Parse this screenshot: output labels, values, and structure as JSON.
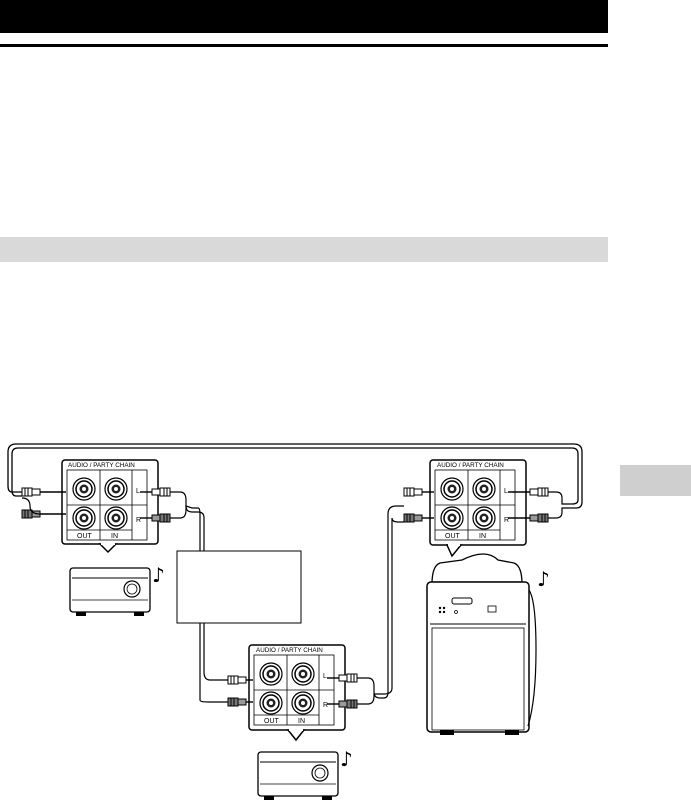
{
  "panels": [
    {
      "title": "AUDIO / PARTY CHAIN",
      "label_l": "L",
      "label_r": "R",
      "label_out": "OUT",
      "label_in": "IN"
    },
    {
      "title": "AUDIO / PARTY CHAIN",
      "label_l": "L",
      "label_r": "R",
      "label_out": "OUT",
      "label_in": "IN"
    },
    {
      "title": "AUDIO / PARTY CHAIN",
      "label_l": "L",
      "label_r": "R",
      "label_out": "OUT",
      "label_in": "IN"
    }
  ],
  "icons": {
    "music_note": "♪",
    "jack_ring": "#111111",
    "panel_border": "#000000"
  }
}
